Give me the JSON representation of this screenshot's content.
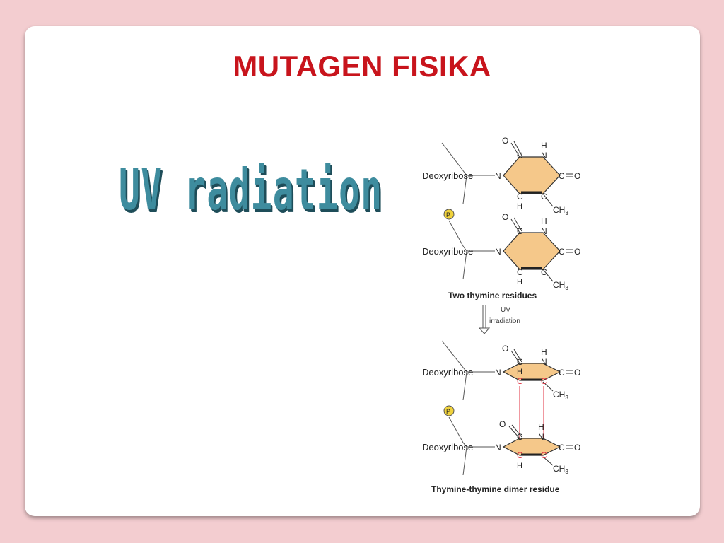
{
  "slide": {
    "title": "MUTAGEN FISIKA",
    "subtitle": "UV radiation"
  },
  "diagram": {
    "sugar_label": "Deoxyribose",
    "phosphate_label": "P",
    "caption_top": "Two thymine residues",
    "arrow_label_line1": "UV",
    "arrow_label_line2": "irradiation",
    "caption_bottom": "Thymine-thymine dimer residue",
    "atoms": {
      "C": "C",
      "N": "N",
      "O": "O",
      "H": "H",
      "CH": "CH",
      "sub3": "3"
    },
    "colors": {
      "ring_fill": "#f5c88a",
      "dimer_bond": "#e03040",
      "phosphate_fill": "#f0d23c",
      "title": "#c8141c",
      "uv_text": "#3e8c9e"
    }
  }
}
